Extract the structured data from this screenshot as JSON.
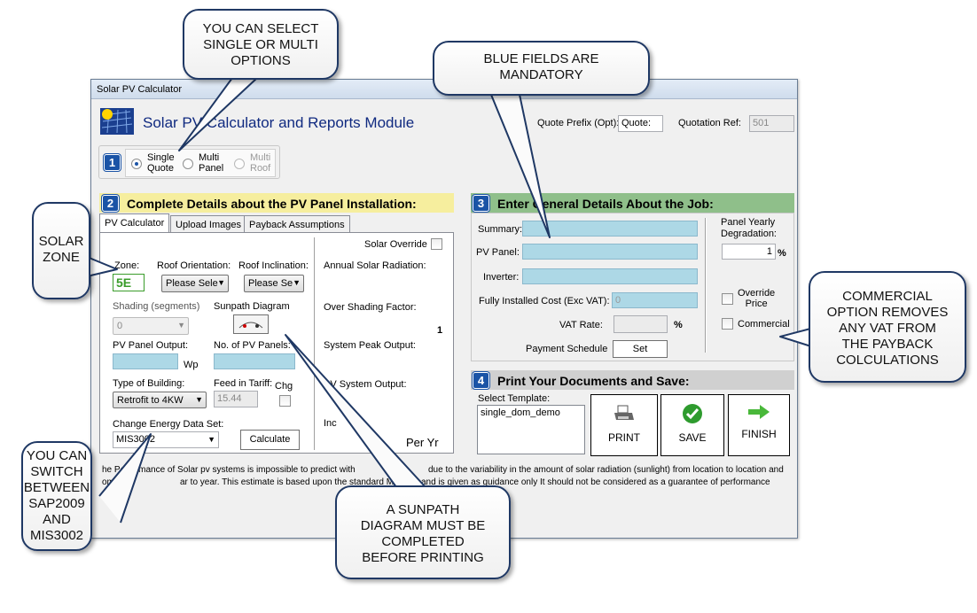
{
  "window": {
    "title": "Solar PV Calculator"
  },
  "header": {
    "title": "Solar PV Calculator and Reports Module",
    "quote_prefix_label": "Quote Prefix (Opt):",
    "quote_prefix_value": "Quote:",
    "quotation_ref_label": "Quotation Ref:",
    "quotation_ref_value": "501"
  },
  "step1": {
    "number": "1",
    "options": [
      {
        "line1": "Single",
        "line2": "Quote"
      },
      {
        "line1": "Multi",
        "line2": "Panel"
      },
      {
        "line1": "Multi",
        "line2": "Roof"
      }
    ]
  },
  "step2": {
    "number": "2",
    "title": "Complete Details about the PV Panel Installation:",
    "tabs": [
      "PV Calculator",
      "Upload Images",
      "Payback Assumptions"
    ],
    "zone_label": "Zone:",
    "zone_value": "5E",
    "roof_orientation_label": "Roof Orientation:",
    "roof_orientation_value": "Please Sele",
    "roof_inclination_label": "Roof Inclination:",
    "roof_inclination_value": "Please Se",
    "shading_label": "Shading (segments)",
    "shading_value": "0",
    "sunpath_label": "Sunpath Diagram",
    "pv_output_label": "PV Panel Output:",
    "wp_unit": "Wp",
    "num_panels_label": "No. of PV Panels:",
    "building_type_label": "Type of Building:",
    "building_type_value": "Retrofit to 4KW",
    "feed_in_label": "Feed in Tariff:",
    "feed_in_value": "15.44",
    "chg_label": "Chg",
    "energy_set_label": "Change Energy Data Set:",
    "energy_set_value": "MIS3002",
    "calculate_label": "Calculate",
    "solar_override_label": "Solar Override",
    "annual_radiation_label": "Annual Solar Radiation:",
    "over_shading_label": "Over Shading Factor:",
    "over_shading_value": "1",
    "system_peak_label": "System Peak Output:",
    "pv_system_output_label": "PV System Output:",
    "income_label": "Inc",
    "per_yr_label": "Per Yr"
  },
  "step3": {
    "number": "3",
    "title": "Enter General Details About the Job:",
    "summary_label": "Summary:",
    "pv_panel_label": "PV Panel:",
    "inverter_label": "Inverter:",
    "installed_cost_label": "Fully Installed Cost (Exc VAT):",
    "installed_cost_value": "0",
    "vat_label": "VAT Rate:",
    "vat_unit": "%",
    "payment_label": "Payment Schedule",
    "set_label": "Set",
    "degradation_label_1": "Panel Yearly",
    "degradation_label_2": "Degradation:",
    "degradation_value": "1",
    "degradation_unit": "%",
    "override_label_1": "Override",
    "override_label_2": "Price",
    "commercial_label": "Commercial"
  },
  "step4": {
    "number": "4",
    "title": "Print Your Documents and Save:",
    "select_template_label": "Select Template:",
    "template_item": "single_dom_demo",
    "print_label": "PRINT",
    "save_label": "SAVE",
    "finish_label": "FINISH"
  },
  "disclaimer": {
    "line1": "he Performance of Solar pv systems is impossible to predict with",
    "line1b": "due to the variability in the amount of solar radiation (sunlight) from location to location and",
    "line2": "om",
    "line2b": "ar to year. This estimate is based upon the  standard MCS p",
    "line2c": "and is given as guidance only It should not be considered as a guarantee of performance"
  },
  "callouts": {
    "select": [
      "YOU CAN SELECT",
      "SINGLE OR MULTI",
      "OPTIONS"
    ],
    "blue": [
      "BLUE FIELDS ARE",
      "MANDATORY"
    ],
    "zone": [
      "SOLAR",
      "ZONE"
    ],
    "commercial": [
      "COMMERCIAL",
      "OPTION REMOVES",
      "ANY VAT FROM",
      "THE PAYBACK",
      "COLCULATIONS"
    ],
    "switch": [
      "YOU CAN",
      "SWITCH",
      "BETWEEN",
      "SAP2009",
      "AND",
      "MIS3002"
    ],
    "sunpath": [
      "A SUNPATH",
      "DIAGRAM MUST BE",
      "COMPLETED",
      "BEFORE PRINTING"
    ]
  },
  "colors": {
    "step2_header": "#f6ee9e",
    "step3_header": "#8fbf8a",
    "step4_header": "#d0d0d0",
    "mandatory": "#add8e6",
    "callout_border": "#1f3864"
  }
}
